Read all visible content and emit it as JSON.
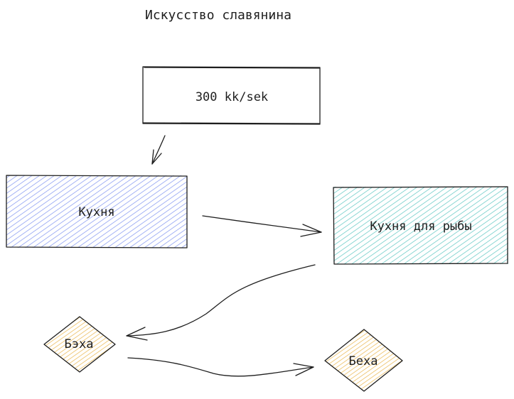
{
  "title": "Искусство славянина",
  "nodes": {
    "rate": {
      "label": "300 kk/sek"
    },
    "kitchen": {
      "label": "Кухня",
      "fill": "#a5b4f5"
    },
    "fish_kitchen": {
      "label": "Кухня для рыбы",
      "fill": "#7fd3cf"
    },
    "beha_left": {
      "label": "Бэха",
      "fill": "#f5c96a"
    },
    "beha_right": {
      "label": "Беха",
      "fill": "#f5c96a"
    }
  },
  "colors": {
    "stroke": "#1e1e1e"
  }
}
